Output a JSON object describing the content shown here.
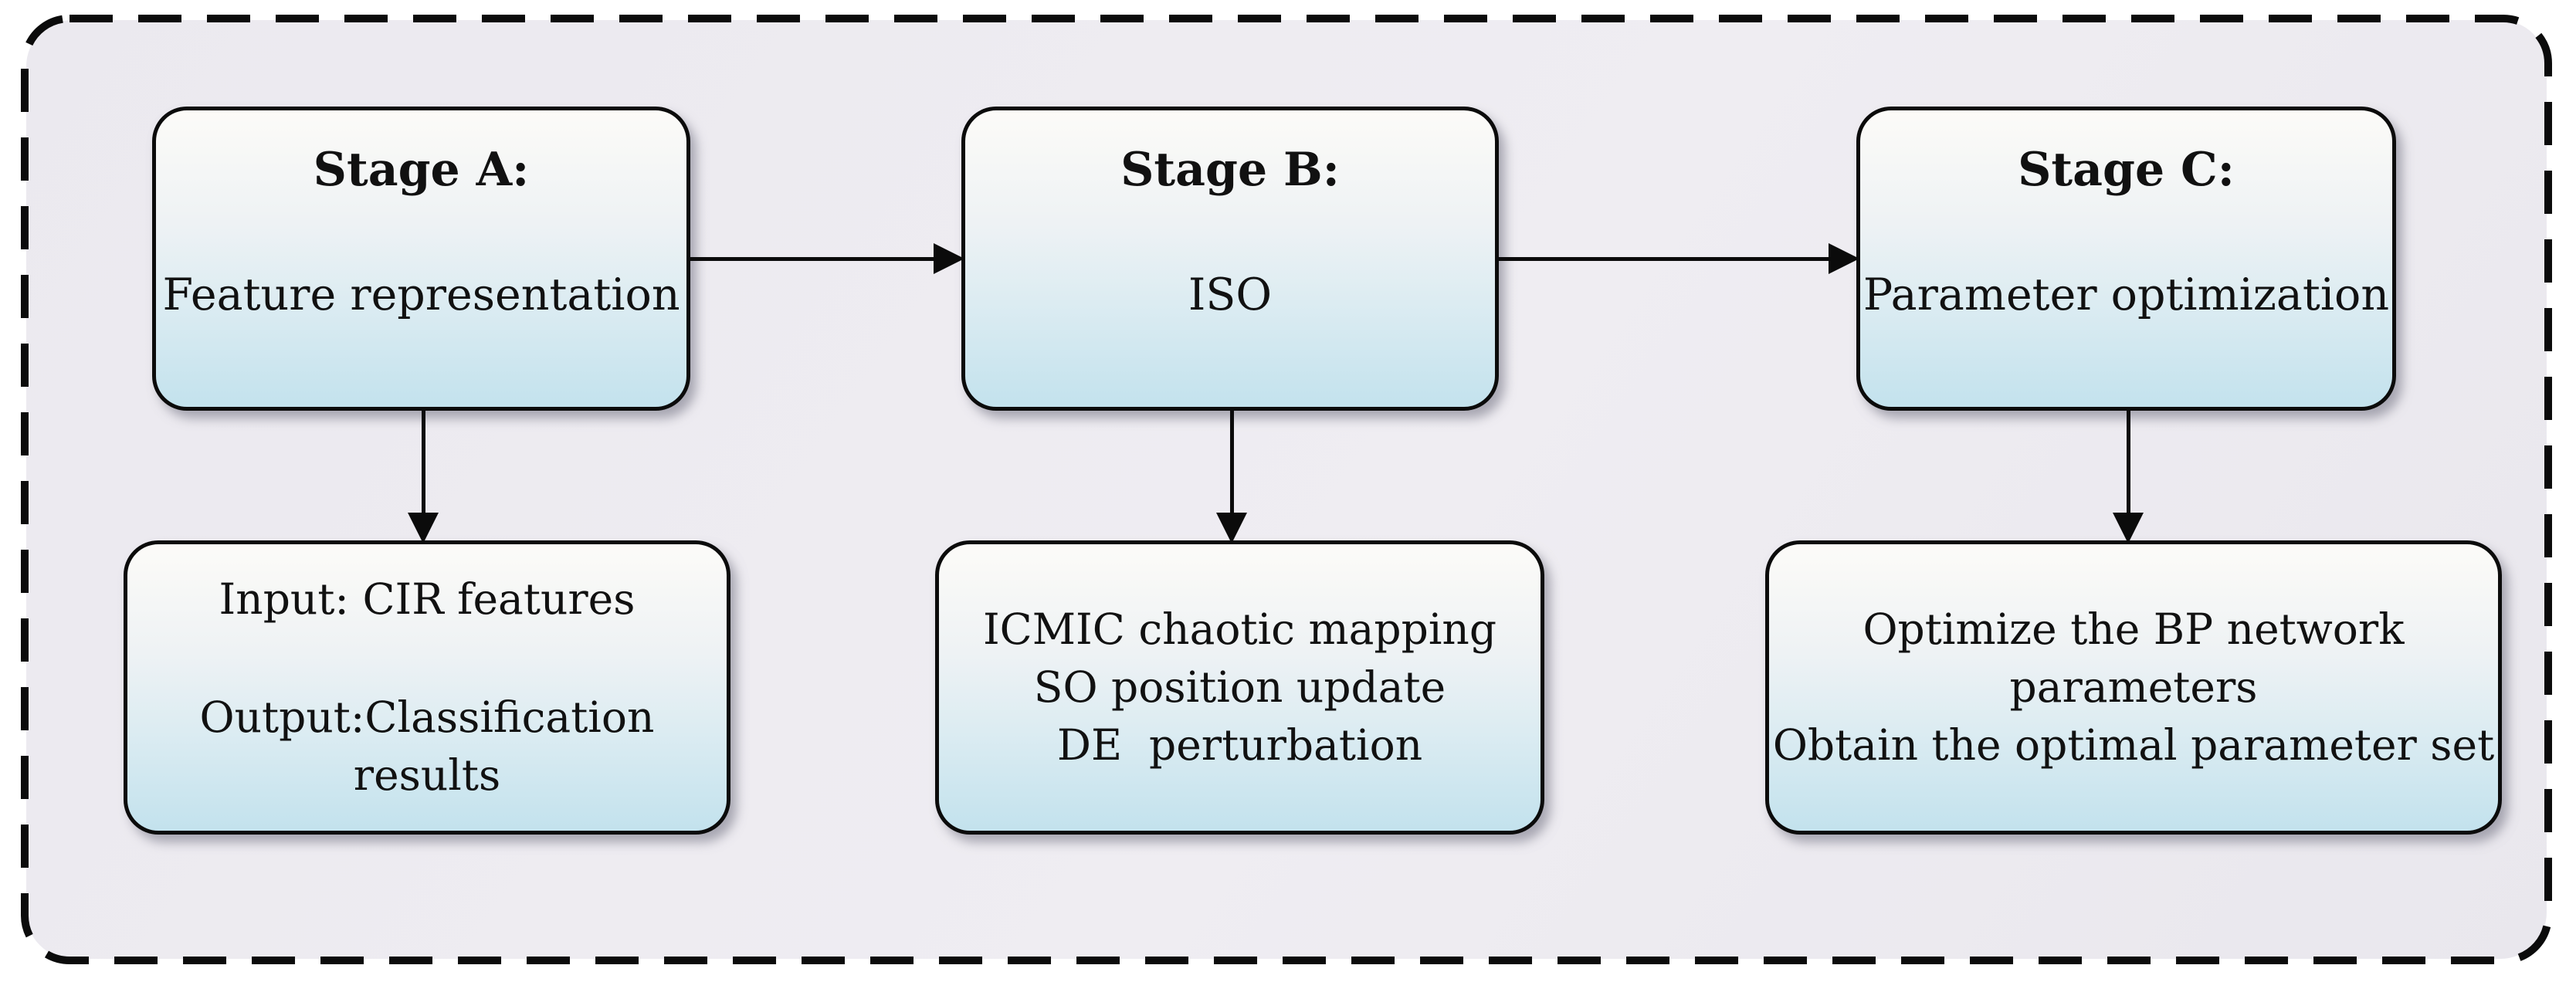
{
  "figure": {
    "type": "flowchart",
    "stages": [
      {
        "title": "Stage A:",
        "subtitle": "Feature representation"
      },
      {
        "title": "Stage B:",
        "subtitle": "ISO"
      },
      {
        "title": "Stage C:",
        "subtitle": "Parameter optimization"
      }
    ],
    "details": [
      {
        "line1": "Input: CIR features",
        "line2": "Output:Classification results"
      },
      {
        "line1": "ICMIC chaotic mapping",
        "line2": "SO position update",
        "line3": "DE  perturbation"
      },
      {
        "line1": "Optimize the BP network parameters",
        "line2": "Obtain the optimal parameter set"
      }
    ],
    "colors": {
      "panel_bg": "#ECEAF0",
      "box_gradient_top": "#FCFBF8",
      "box_gradient_bottom": "#C3E2ED",
      "line_color": "#0B0B0B"
    }
  }
}
